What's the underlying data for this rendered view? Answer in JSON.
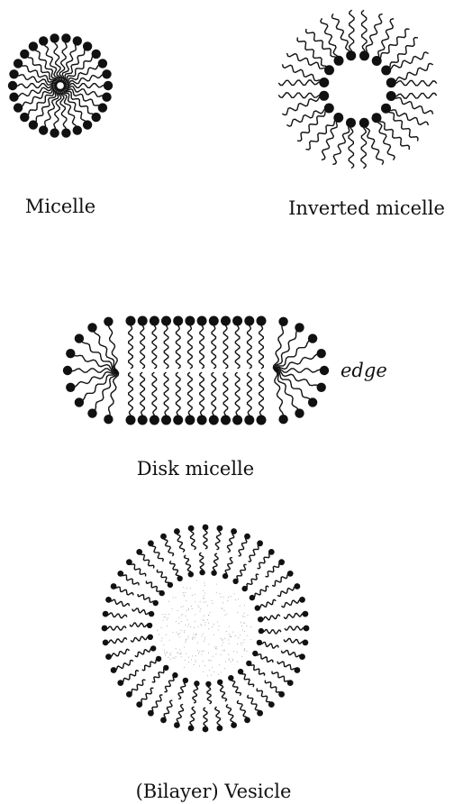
{
  "labels": {
    "micelle": "Micelle",
    "inverted": "Inverted micelle",
    "disk": "Disk micelle",
    "edge": "edge",
    "vesicle": "(Bilayer) Vesicle"
  },
  "colors": {
    "ink": "#111111",
    "background": "#ffffff"
  },
  "structures": {
    "micelle": {
      "lipid_count": 26
    },
    "inverted_micelle": {
      "lipid_count": 16
    },
    "disk_micelle": {
      "lipids_per_face": 12,
      "lipids_per_cap": 9
    },
    "vesicle": {
      "outer_lipid_count": 44,
      "inner_lipid_count": 30
    }
  }
}
